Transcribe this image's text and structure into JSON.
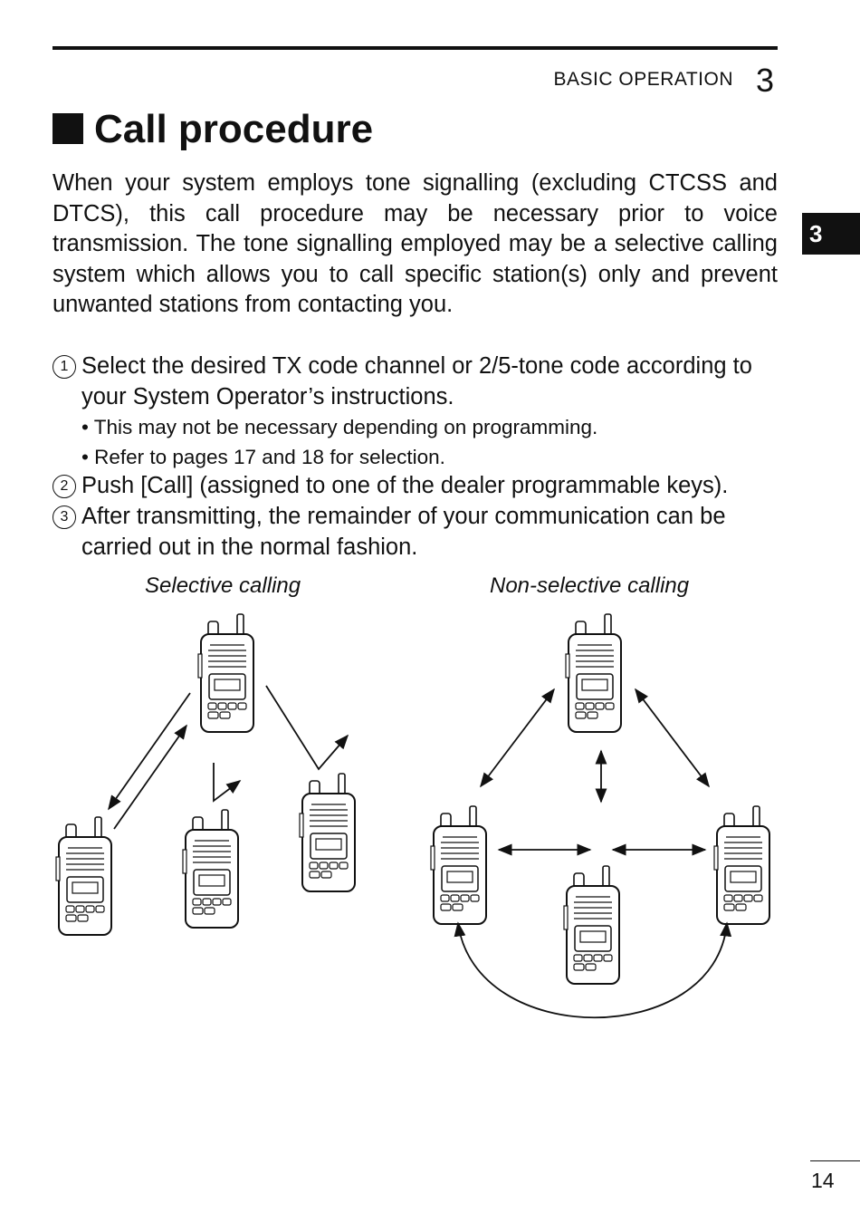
{
  "header": {
    "section": "BASIC OPERATION",
    "chapter": "3"
  },
  "title": "Call procedure",
  "intro": "When your system employs tone signalling (excluding CTCSS and DTCS), this call procedure may be necessary prior to voice transmission. The tone signalling employed may be a selective calling system which allows you to call specific station(s) only and prevent unwanted stations from contacting you.",
  "steps": [
    {
      "num": "1",
      "text": "Select the desired TX code channel or 2/5-tone code according to your System Operator’s instructions."
    },
    {
      "num": "2",
      "text": "Push [Call] (assigned to one of the dealer programmable keys)."
    },
    {
      "num": "3",
      "text": "After transmitting, the remainder of your communication can be carried out in the normal fashion."
    }
  ],
  "bullets": [
    "• This may not be necessary depending on programming.",
    "• Refer to pages 17 and 18 for selection."
  ],
  "captions": {
    "selective": "Selective calling",
    "non_selective": "Non-selective calling"
  },
  "side_tab": "3",
  "page_number": "14"
}
